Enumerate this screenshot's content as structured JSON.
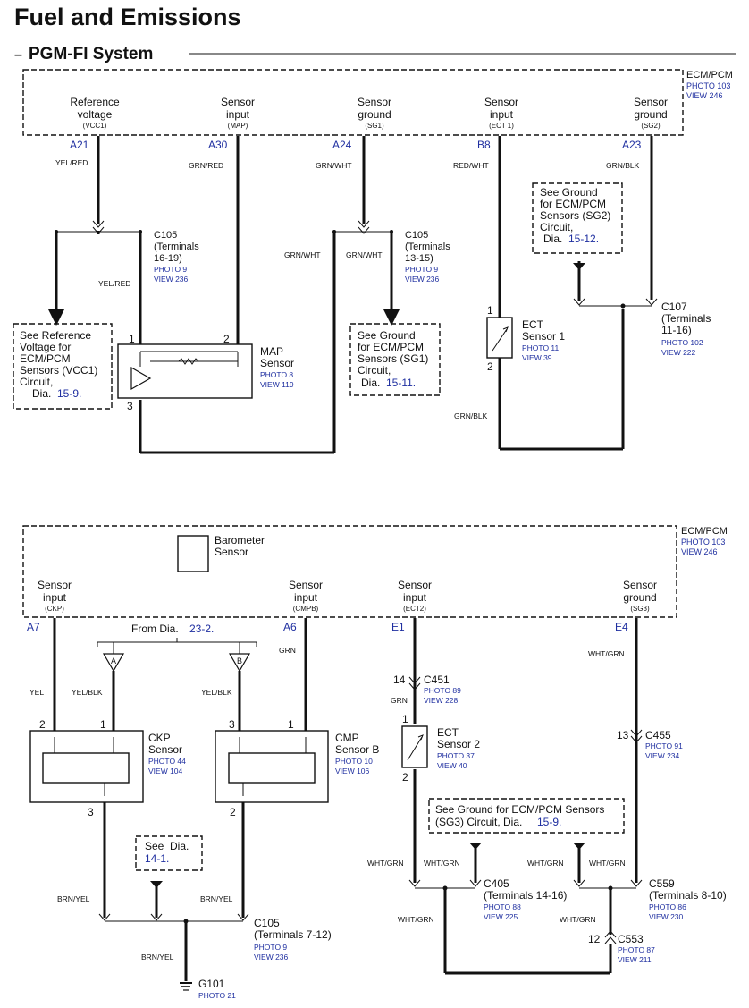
{
  "header": {
    "title": "Fuel and Emissions",
    "subtitle": "PGM-FI System"
  },
  "top": {
    "ecm": {
      "name": "ECM/PCM",
      "photo": "PHOTO 103",
      "view": "VIEW 246"
    },
    "pins": [
      {
        "label1": "Reference",
        "label2": "voltage",
        "sig": "(VCC1)",
        "term": "A21",
        "color": "YEL/RED"
      },
      {
        "label1": "Sensor",
        "label2": "input",
        "sig": "(MAP)",
        "term": "A30",
        "color": "GRN/RED"
      },
      {
        "label1": "Sensor",
        "label2": "ground",
        "sig": "(SG1)",
        "term": "A24",
        "color": "GRN/WHT"
      },
      {
        "label1": "Sensor",
        "label2": "input",
        "sig": "(ECT 1)",
        "term": "B8",
        "color": "RED/WHT"
      },
      {
        "label1": "Sensor",
        "label2": "ground",
        "sig": "(SG2)",
        "term": "A23",
        "color": "GRN/BLK"
      }
    ],
    "c105a": {
      "name": "C105",
      "l1": "(Terminals",
      "l2": "16-19)",
      "photo": "PHOTO 9",
      "view": "VIEW 236",
      "wire_down": "YEL/RED"
    },
    "c105b": {
      "name": "C105",
      "l1": "(Terminals",
      "l2": "13-15)",
      "photo": "PHOTO 9",
      "view": "VIEW 236",
      "wire_left": "GRN/WHT",
      "wire_right": "GRN/WHT"
    },
    "ref_note": {
      "l1": "See Reference",
      "l2": "Voltage for",
      "l3": "ECM/PCM",
      "l4": "Sensors (VCC1)",
      "l5": "Circuit,",
      "l6": "Dia.",
      "dia": "15-9."
    },
    "sg1_note": {
      "l1": "See Ground",
      "l2": "for ECM/PCM",
      "l3": "Sensors (SG1)",
      "l4": "Circuit,",
      "l5": "Dia.",
      "dia": "15-11."
    },
    "sg2_note": {
      "l1": "See Ground",
      "l2": "for ECM/PCM",
      "l3": "Sensors (SG2)",
      "l4": "Circuit,",
      "l5": "Dia.",
      "dia": "15-12."
    },
    "map": {
      "name1": "MAP",
      "name2": "Sensor",
      "photo": "PHOTO 8",
      "view": "VIEW 119",
      "pin1": "1",
      "pin2": "2",
      "pin3": "3"
    },
    "ect1": {
      "name1": "ECT",
      "name2": "Sensor 1",
      "photo": "PHOTO 11",
      "view": "VIEW 39",
      "pin1": "1",
      "pin2": "2",
      "wire": "GRN/BLK"
    },
    "c107": {
      "name": "C107",
      "l1": "(Terminals",
      "l2": "11-16)",
      "photo": "PHOTO 102",
      "view": "VIEW 222"
    }
  },
  "bottom": {
    "ecm": {
      "name": "ECM/PCM",
      "photo": "PHOTO 103",
      "view": "VIEW 246"
    },
    "barometer": {
      "l1": "Barometer",
      "l2": "Sensor"
    },
    "pins": [
      {
        "label1": "Sensor",
        "label2": "input",
        "sig": "(CKP)",
        "term": "A7",
        "color": "YEL"
      },
      {
        "label1": "Sensor",
        "label2": "input",
        "sig": "(CMPB)",
        "term": "A6",
        "color": "GRN"
      },
      {
        "label1": "Sensor",
        "label2": "input",
        "sig": "(ECT2)",
        "term": "E1",
        "color": "GRN"
      },
      {
        "label1": "Sensor",
        "label2": "ground",
        "sig": "(SG3)",
        "term": "E4",
        "color": "WHT/GRN"
      }
    ],
    "from_dia": {
      "text": "From Dia.",
      "dia": "23-2.",
      "a": "A",
      "b": "B",
      "a_color": "YEL/BLK",
      "b_color": "YEL/BLK"
    },
    "ckp": {
      "name1": "CKP",
      "name2": "Sensor",
      "photo": "PHOTO 44",
      "view": "VIEW 104",
      "pin1": "1",
      "pin2": "2",
      "pin3": "3"
    },
    "cmp": {
      "name1": "CMP",
      "name2": "Sensor B",
      "photo": "PHOTO 10",
      "view": "VIEW 106",
      "pin1": "1",
      "pin2": "2",
      "pin3": "3"
    },
    "see_dia": {
      "l1": "See",
      "l2": "Dia.",
      "dia": "14-1."
    },
    "brn_left": "BRN/YEL",
    "brn_right": "BRN/YEL",
    "brn_down": "BRN/YEL",
    "c105": {
      "name": "C105",
      "l1": "(Terminals 7-12)",
      "photo": "PHOTO 9",
      "view": "VIEW 236"
    },
    "g101": {
      "name": "G101",
      "photo": "PHOTO 21"
    },
    "c451": {
      "pin": "14",
      "name": "C451",
      "photo": "PHOTO 89",
      "view": "VIEW 228",
      "color": "GRN"
    },
    "ect2": {
      "name1": "ECT",
      "name2": "Sensor 2",
      "photo": "PHOTO 37",
      "view": "VIEW 40",
      "pin1": "1",
      "pin2": "2"
    },
    "c455": {
      "pin": "13",
      "name": "C455",
      "photo": "PHOTO 91",
      "view": "VIEW 234"
    },
    "sg3_note": {
      "l1": "See Ground for ECM/PCM Sensors",
      "l2": "(SG3) Circuit, Dia.",
      "dia": "15-9."
    },
    "c405": {
      "name": "C405",
      "l1": "(Terminals 14-16)",
      "photo": "PHOTO 88",
      "view": "VIEW 225",
      "w1": "WHT/GRN",
      "w2": "WHT/GRN",
      "w3": "WHT/GRN"
    },
    "c559": {
      "name": "C559",
      "l1": "(Terminals 8-10)",
      "photo": "PHOTO 86",
      "view": "VIEW 230",
      "w1": "WHT/GRN",
      "w2": "WHT/GRN",
      "w3": "WHT/GRN"
    },
    "c553": {
      "pin": "12",
      "name": "C553",
      "photo": "PHOTO 87",
      "view": "VIEW 211"
    }
  }
}
